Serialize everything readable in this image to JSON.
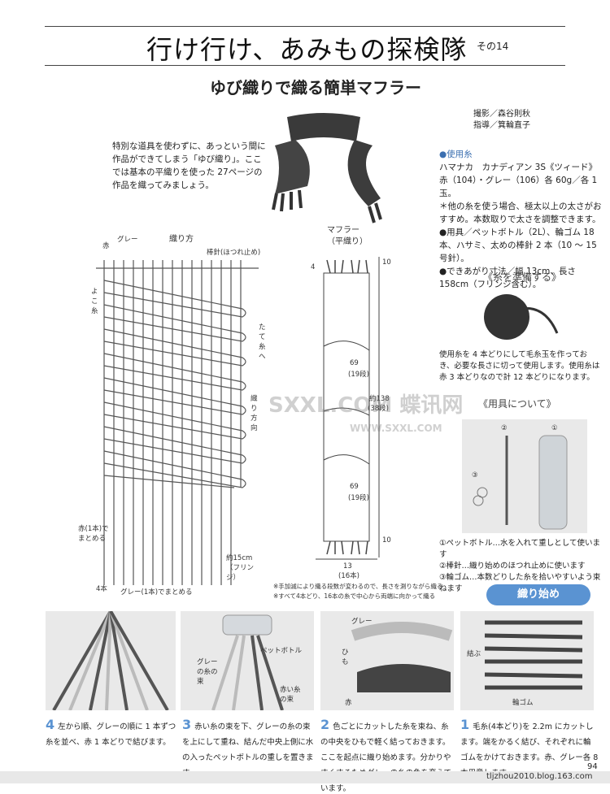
{
  "header": {
    "title": "行け行け、あみもの探検隊",
    "issue": "その14",
    "subtitle": "ゆび織りで織る簡単マフラー",
    "credits": [
      "撮影／森谷則秋",
      "指導／箕輪直子"
    ]
  },
  "intro": "特別な道具を使わずに、あっという間に作品ができてしまう「ゆび織り」。ここでは基本の平織りを使った 27ページの作品を織ってみましょう。",
  "materials": {
    "yarn_head": "●使用糸",
    "yarn_lines": [
      "ハマナカ　カナディアン 3S《ツィード》",
      "赤（104）・グレー（106）各 60g／各 1 玉。",
      "＊他の糸を使う場合、極太以上の太さがおすすめ。本数取りで太さを調整できます。"
    ],
    "tools": "●用具／ペットボトル（2L）、輪ゴム 18 本、ハサミ、太めの棒針 2 本（10 ～ 15 号針）。",
    "size": "●できあがり寸法／幅 13cm、長さ 158cm（フリンジ含む）。"
  },
  "prep": {
    "heading": "《糸を準備する》",
    "text": "使用糸を 4 本どりにして毛糸玉を作っておき、必要な長さに切って使用します。使用糸は赤 3 本どりなので計 12 本どりになります。"
  },
  "tools_section": {
    "heading": "《用具について》",
    "photo_labels": [
      "②",
      "③",
      "①"
    ],
    "notes": [
      "①ペットボトル…水を入れて重しとして使います",
      "②棒針…織り始めのほつれ止めに使います",
      "③輪ゴム…本数どりした糸を拾いやすいよう束ねます"
    ]
  },
  "weave_diagram": {
    "title": "織り方",
    "labels": [
      "赤",
      "グレー",
      "棒針(ほつれ止め)",
      "よこ糸",
      "たて糸へ",
      "織り方向",
      "赤(1本)でまとめる",
      "約15cm（フリンジ）",
      "4本",
      "グレー(1本)でまとめる"
    ]
  },
  "muffler_diagram": {
    "title": "マフラー",
    "subtitle": "（平織り）",
    "labels": [
      "4",
      "10",
      "69",
      "(19段)",
      "約138",
      "(38段)",
      "69",
      "(19段)",
      "10",
      "13",
      "(16本)"
    ],
    "notes": [
      "※手加減により織る段数が変わるので、長さを測りながら織る",
      "※すべて4本どり、16本の糸で中心から両端に向かって織る"
    ]
  },
  "start": {
    "label": "織り始め"
  },
  "steps": [
    {
      "num": "4",
      "text": "左から順、グレーの順に 1 本ずつ糸を並べ、赤 1 本どりで結びます。"
    },
    {
      "num": "3",
      "text": "赤い糸の束を下、グレーの糸の束を上にして重ね、結んだ中央上側に水の入ったペットボトルの重しを置きます。"
    },
    {
      "num": "2",
      "text": "色ごとにカットした糸を束ね、糸の中央をひもで軽く結っておきます。ここを起点に織り始めます。分かりやすくするためグレーの糸の色を変えています。"
    },
    {
      "num": "1",
      "text": "毛糸(4本どり)を 2.2m にカットします。端をかるく結び、それぞれに輪ゴムをかけておきます。赤、グレー各 8 本用意します。"
    }
  ],
  "photo_labels": {
    "p3": [
      "ペットボトル",
      "グレーの糸の束",
      "赤い糸の束"
    ],
    "p2": [
      "グレー",
      "ひも",
      "赤"
    ],
    "p1": [
      "結ぶ",
      "輪ゴム"
    ]
  },
  "footer": {
    "site": "tljzhou2010.blog.163.com",
    "page": "94"
  },
  "watermarks": [
    "SXXL.COM 蝶讯网",
    "WWW.SXXL.COM"
  ]
}
